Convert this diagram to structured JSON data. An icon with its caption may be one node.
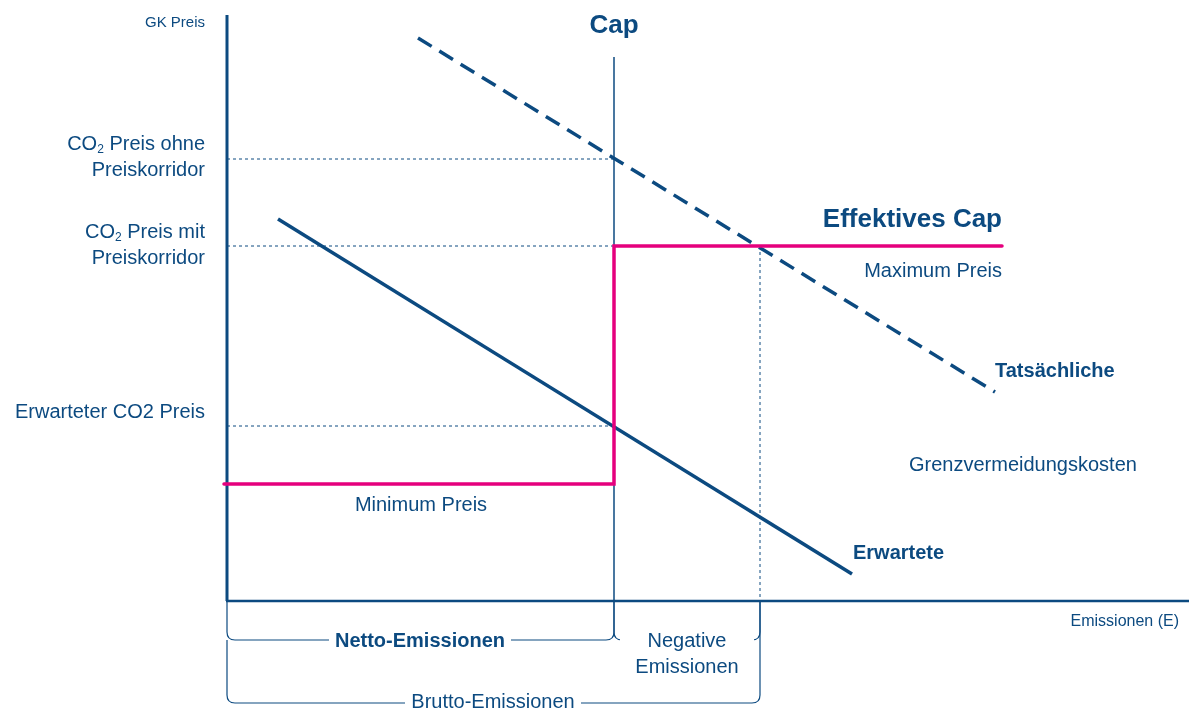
{
  "diagram": {
    "labels": [
      "GK Preis",
      "Cap",
      "CO$_{2}$ Preis ohne Preiskorridor",
      "Effektives Cap",
      "CO$_{2}$ Preis mit Preiskorridor",
      "Maximum Preis",
      "Tatsächliche",
      "Erwarteter CO2 Preis",
      "Grenzvermeidungskosten",
      "Minimum Preis",
      "Erwartete",
      "Emissionen (E)",
      "Netto-Emissionen",
      "Negative Emissionen",
      "Brutto-Emissionen"
    ]
  }
}
